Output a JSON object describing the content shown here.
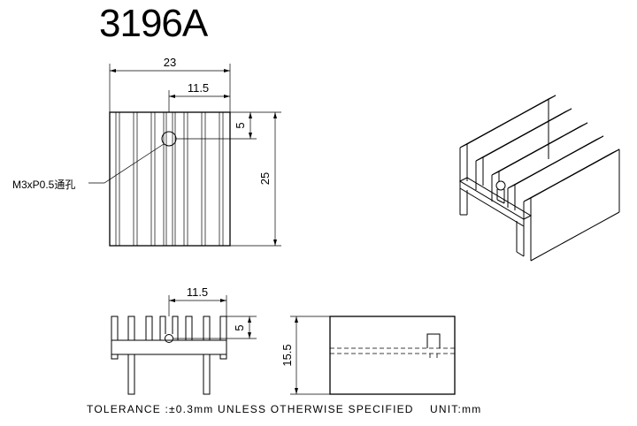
{
  "title": "3196A",
  "top_view": {
    "width_label": "23",
    "center_label": "11.5",
    "hole_offset_label": "5",
    "height_label": "25",
    "hole_callout": "M3xP0.5通孔"
  },
  "front_view": {
    "center_label": "11.5",
    "hole_offset_label": "5"
  },
  "side_view": {
    "height_label": "15.5"
  },
  "footer": {
    "tolerance": "TOLERANCE :±0.3mm UNLESS OTHERWISE SPECIFIED",
    "unit": "UNIT:mm"
  }
}
